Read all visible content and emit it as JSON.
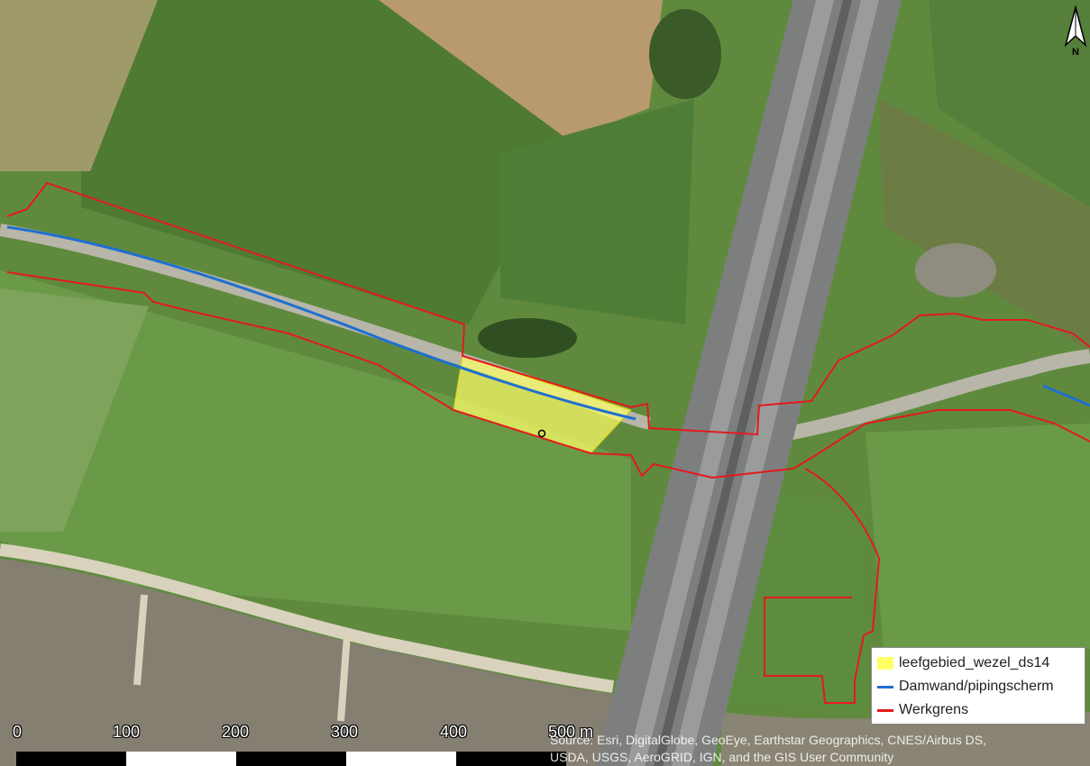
{
  "map": {
    "basemap": "aerial-imagery",
    "layers": {
      "habitat": {
        "name": "leefgebied_wezel_ds14",
        "color": "#ffff66"
      },
      "sheet_pile": {
        "name": "Damwand/pipingscherm",
        "color": "#1f6fd1"
      },
      "work_boundary": {
        "name": "Werkgrens",
        "color": "#e41a1c"
      }
    }
  },
  "legend": {
    "items": [
      {
        "label": "leefgebied_wezel_ds14",
        "symbol": "fill",
        "color": "#ffff66"
      },
      {
        "label": "Damwand/pipingscherm",
        "symbol": "line",
        "color": "#1f6fd1"
      },
      {
        "label": "Werkgrens",
        "symbol": "line",
        "color": "#e41a1c"
      }
    ]
  },
  "north_arrow": {
    "letter": "N",
    "icon": "north-arrow-icon"
  },
  "scale_bar": {
    "labels": [
      "0",
      "100",
      "200",
      "300",
      "400",
      "500"
    ],
    "unit": "m",
    "last_label": "500 m"
  },
  "attribution": {
    "line1": "Source: Esri, DigitalGlobe, GeoEye, Earthstar Geographics, CNES/Airbus DS,",
    "line2": "USDA, USGS, AeroGRID, IGN, and the GIS User Community"
  }
}
